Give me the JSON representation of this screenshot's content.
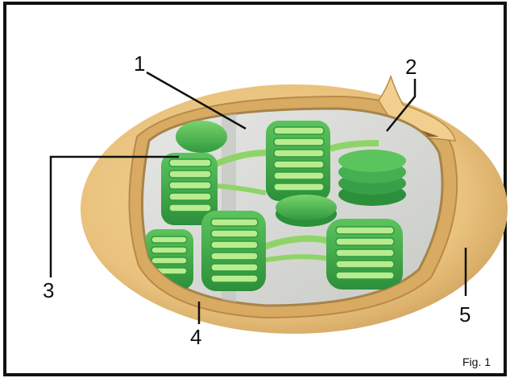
{
  "diagram": {
    "labels": {
      "l1": "1",
      "l2": "2",
      "l3": "3",
      "l4": "4",
      "l5": "5"
    },
    "figure_caption": "Fig. 1",
    "colors": {
      "border": "#111111",
      "envelope_outer": "#e9c27d",
      "envelope_shade": "#caa063",
      "stroma": "#d9dad6",
      "thylakoid_light": "#9bdc6a",
      "thylakoid_dark": "#2f9a3e",
      "granum_green": "#3aa54b"
    }
  }
}
